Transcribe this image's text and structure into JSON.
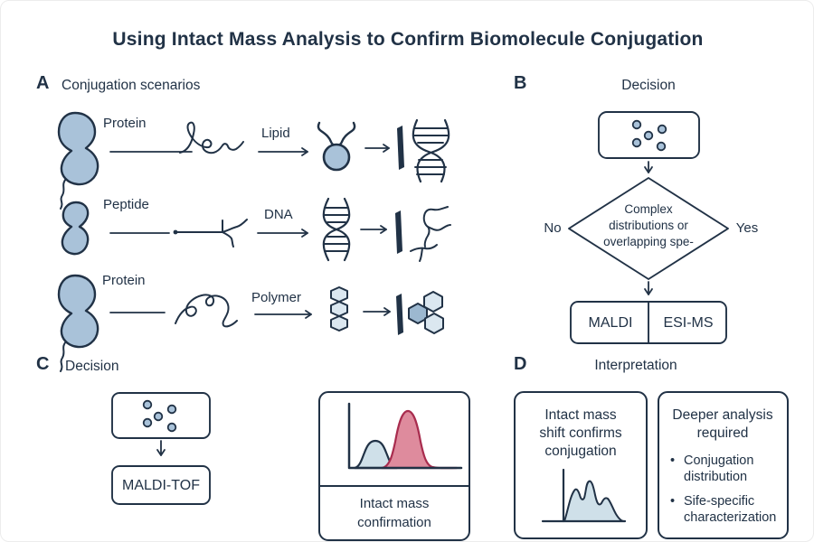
{
  "title": "Using Intact Mass Analysis to Confirm Biomolecule Conjugation",
  "colors": {
    "ink": "#213246",
    "molecule_blue": "#a9c2d9",
    "hexagon_light_blue": "#dbe7f0",
    "hexagon_dark_blue": "#9cb8d0",
    "peak_blue_fill": "#cfe0e9",
    "peak_pink_fill": "#de8b9d",
    "peak_pink_stroke": "#a82c4e"
  },
  "panel_a": {
    "letter": "A",
    "heading": "Conjugation scenarios",
    "rows": [
      {
        "source_label": "Protein",
        "reagent_label": "Lipid"
      },
      {
        "source_label": "Peptide",
        "reagent_label": "DNA"
      },
      {
        "source_label": "Protein",
        "reagent_label": "Polymer"
      }
    ]
  },
  "panel_b": {
    "letter": "B",
    "heading": "Decision",
    "decision_diamond": {
      "line1": "Complex",
      "line2": "distributions or",
      "line3": "overlapping spe-"
    },
    "branch_no": "No",
    "branch_yes": "Yes",
    "methods": [
      "MALDI",
      "ESI-MS"
    ]
  },
  "panel_c": {
    "letter": "C",
    "heading": "Decision",
    "method": "MALDI-TOF"
  },
  "center_card": {
    "caption_line1": "Intact mass",
    "caption_line2": "confirmation"
  },
  "panel_d": {
    "letter": "D",
    "heading": "Interpretation",
    "card_confirm": {
      "line1": "Intact mass",
      "line2": "shift confirms",
      "line3": "conjugation"
    },
    "card_deeper": {
      "line1": "Deeper analysis",
      "line2": "required",
      "bullet_glyph": "•",
      "bullets": [
        {
          "line1": "Conjugation",
          "line2": "distribution"
        },
        {
          "line1": "Sife-specific",
          "line2": "characterization"
        }
      ]
    }
  }
}
